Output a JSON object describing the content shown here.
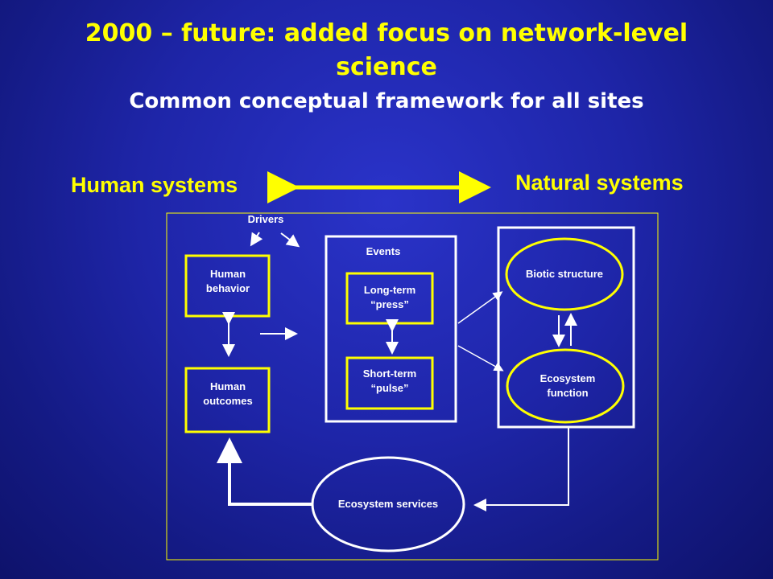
{
  "title_line1": "2000 – future: added focus on network-level",
  "title_line2": "science",
  "subtitle": "Common conceptual framework for all sites",
  "left_label": "Human systems",
  "right_label": "Natural systems",
  "diagram": {
    "drivers": "Drivers",
    "events": "Events",
    "human_behavior": "Human behavior",
    "human_outcomes": "Human outcomes",
    "long_term_press": "Long-term “press”",
    "short_term_pulse": "Short-term “pulse”",
    "biotic_structure": "Biotic structure",
    "ecosystem_function": "Ecosystem function",
    "ecosystem_services": "Ecosystem services"
  },
  "colors": {
    "accent": "#ffff00",
    "line": "#ffffff",
    "background": "#1e25a8"
  }
}
